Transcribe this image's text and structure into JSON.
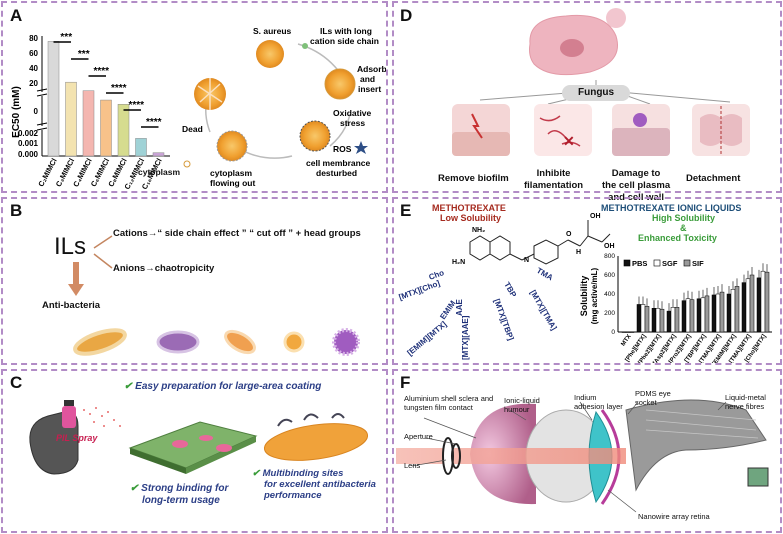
{
  "panels": {
    "a": {
      "label": "A",
      "chart_data": {
        "type": "bar",
        "ylabel": "EC50 (mM)",
        "categories": [
          "C₂MIMCl",
          "C₃MIMCl",
          "C₄MIMCl",
          "C₆MIMCl",
          "C₈MIMCl",
          "C₁₂MIMCl",
          "C₁₆MIMCl"
        ],
        "values": [
          76,
          28,
          18,
          7,
          2,
          0.0016,
          0.0003
        ],
        "colors": [
          "#d9d9d9",
          "#f3e3b0",
          "#f4b6b0",
          "#f7c28a",
          "#d6dc8f",
          "#9fd2d6",
          "#c9a4d6"
        ],
        "ytick_labels": [
          "0",
          "20",
          "40",
          "60",
          "80",
          "0.000",
          "0.001",
          "0.002"
        ],
        "significance": [
          "***",
          "***",
          "****",
          "****",
          "****",
          "****"
        ]
      },
      "cycle": {
        "s_aureus": "S. aureus",
        "ils_line1": "ILs with long",
        "ils_line2": "cation side chain",
        "adsorb_line1": "Adsorb",
        "adsorb_line2": "and",
        "adsorb_line3": "insert",
        "oxidative_line1": "Oxidative",
        "oxidative_line2": "stress",
        "ros": "ROS",
        "membrane_line1": "cell membrance",
        "membrane_line2": "desturbed",
        "flowing_line1": "cytoplasm",
        "flowing_line2": "flowing out",
        "cytoplasm": "cytoplasm",
        "dead": "Dead"
      }
    },
    "b": {
      "label": "B",
      "ils": "ILs",
      "cations": "Cations→“ side chain effect ” “ cut off ” + head groups",
      "anions": "Anions→chaotropicity",
      "anti": "Anti-bacteria"
    },
    "c": {
      "label": "C",
      "spray": "PIL Spray",
      "check1": "Easy preparation for large-area coating",
      "check2_line1": "Strong binding for",
      "check2_line2": "long-term usage",
      "check3_line1": "Multibinding sites",
      "check3_line2": "for excellent antibacteria",
      "check3_line3": "performance"
    },
    "d": {
      "label": "D",
      "fungus": "Fungus",
      "item1": "Remove biofilm",
      "item2_line1": "Inhibite",
      "item2_line2": "filamentation",
      "item3_line1": "Damage to",
      "item3_line2": "the cell plasma",
      "item3_line3": "and cell wall",
      "item4": "Detachment"
    },
    "e": {
      "label": "E",
      "mtx_title": "METHOTREXATE",
      "mtx_sub": "Low Solubility",
      "il_title": "METHOTREXATE IONIC LIQUIDS",
      "il_sub1": "High Solubility",
      "il_sub2": "&",
      "il_sub3": "Enhanced Toxicity",
      "atoms": {
        "nh2a": "NH₂",
        "nh2b": "H₂N",
        "oh1": "OH",
        "oh2": "OH",
        "nh": "H",
        "n": "N",
        "o": "O"
      },
      "ions": {
        "cho": "Cho",
        "emim": "EMIM",
        "aae": "AAE",
        "tbp": "TBP",
        "tma": "TMA"
      },
      "salts": {
        "cho": "[MTX][Cho]",
        "emim": "[EMIM][MTX]",
        "aae": "[MTX][AAE]",
        "tbp": "[MTX][TBP]",
        "tma": "[MTX][TMA]"
      },
      "chart_data": {
        "type": "bar",
        "ylabel": "Solubility\n(mg active/mL)",
        "ylabel_line1": "Solubility",
        "ylabel_line2": "(mg active/mL)",
        "categories": [
          "MTX",
          "[Phe][MTX]",
          "[Phe2][MTX]",
          "[Asp2][MTX]",
          "[Pro2][MTX]",
          "[TBP][MTX]",
          "[TMA][MTX]",
          "[EMIM][MTX]",
          "[TMA][MTX]",
          "[Cho][MTX]"
        ],
        "series": [
          {
            "name": "PBS",
            "values": [
              0,
              290,
              250,
              220,
              330,
              350,
              390,
              400,
              520,
              570
            ],
            "color": "#111111"
          },
          {
            "name": "SGF",
            "values": [
              0,
              290,
              250,
              260,
              350,
              360,
              400,
              450,
              560,
              640
            ],
            "color": "#ffffff"
          },
          {
            "name": "SIF",
            "values": [
              0,
              270,
              240,
              260,
              340,
              380,
              420,
              480,
              600,
              630
            ],
            "color": "#9a9a9a"
          }
        ],
        "ylim": [
          0,
          800
        ],
        "yticks": [
          0,
          200,
          400,
          600,
          800
        ]
      }
    },
    "f": {
      "label": "F",
      "aluminium_line1": "Aluminium shell sclera and",
      "aluminium_line2": "tungsten film contact",
      "aperture": "Aperture",
      "lens": "Lens",
      "humour_line1": "Ionic-liquid",
      "humour_line2": "humour",
      "indium_line1": "Indium",
      "indium_line2": "adhesion layer",
      "pdms_line1": "PDMS eye",
      "pdms_line2": "socket",
      "nerve_line1": "Liquid-metal",
      "nerve_line2": "nerve fibres",
      "retina": "Nanowire array retina"
    }
  }
}
